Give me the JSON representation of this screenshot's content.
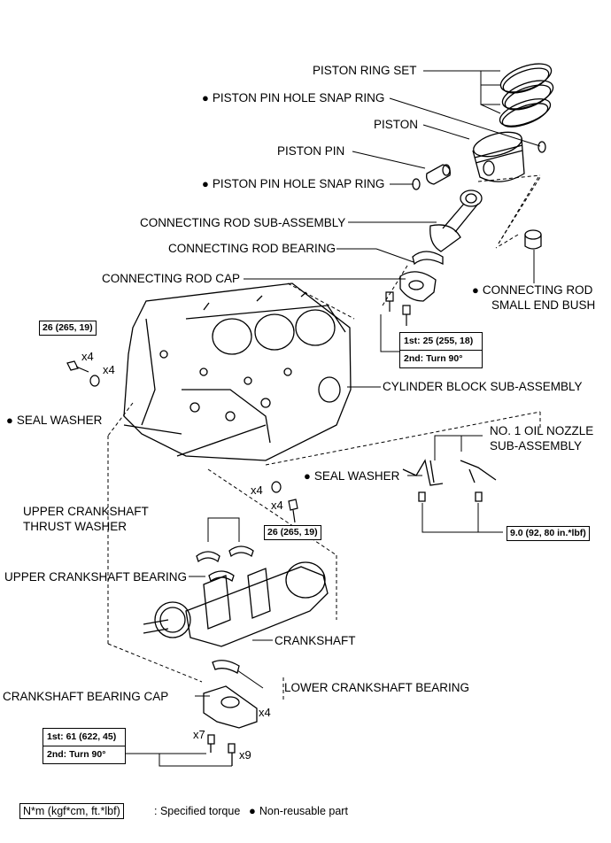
{
  "labels": {
    "piston_ring_set": "PISTON RING SET",
    "snap_ring_upper": "PISTON PIN HOLE SNAP RING",
    "piston": "PISTON",
    "piston_pin": "PISTON PIN",
    "snap_ring_lower": "PISTON PIN HOLE SNAP RING",
    "conrod_sub_assembly": "CONNECTING ROD SUB-ASSEMBLY",
    "conrod_bearing": "CONNECTING ROD BEARING",
    "conrod_cap": "CONNECTING ROD CAP",
    "small_end_bush_1": "CONNECTING ROD",
    "small_end_bush_2": "SMALL END BUSH",
    "cylinder_block": "CYLINDER BLOCK SUB-ASSEMBLY",
    "seal_washer_left": "SEAL WASHER",
    "seal_washer_center": "SEAL WASHER",
    "oil_nozzle_1": "NO. 1 OIL NOZZLE",
    "oil_nozzle_2": "SUB-ASSEMBLY",
    "upper_thrust_1": "UPPER CRANKSHAFT",
    "upper_thrust_2": "THRUST WASHER",
    "upper_crank_bearing": "UPPER CRANKSHAFT BEARING",
    "crankshaft": "CRANKSHAFT",
    "lower_crank_bearing": "LOWER CRANKSHAFT BEARING",
    "crank_bearing_cap": "CRANKSHAFT BEARING CAP"
  },
  "torques": {
    "conrod": {
      "line1": "1st: 25 (255, 18)",
      "line2": "2nd: Turn 90°"
    },
    "left_bolt": "26 (265, 19)",
    "center_bolt": "26 (265, 19)",
    "oil_nozzle": "9.0 (92, 80 in.*lbf)",
    "bearing_cap": {
      "line1": "1st: 61 (622, 45)",
      "line2": "2nd: Turn 90°"
    }
  },
  "quantities": {
    "left_bolt": "x4",
    "left_washer": "x4",
    "center_washer": "x4",
    "center_bolt": "x4",
    "bearing_cap": "x4",
    "cap_bolt_a": "x7",
    "cap_bolt_b": "x9"
  },
  "legend": {
    "torque_box": "N*m (kgf*cm, ft.*lbf)",
    "torque_text": ": Specified torque",
    "non_reusable": "Non-reusable part"
  }
}
